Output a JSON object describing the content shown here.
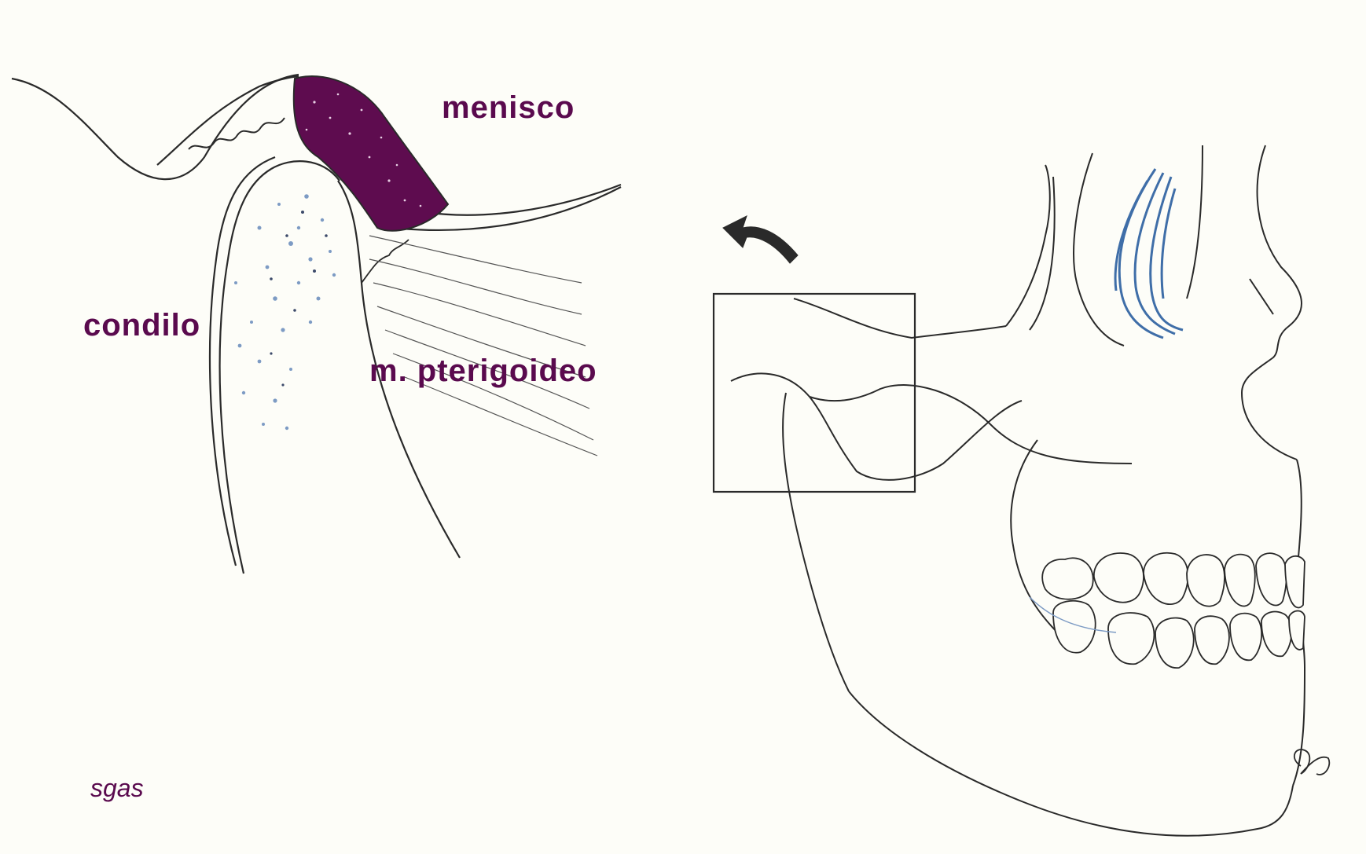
{
  "labels": {
    "menisco": "menisco",
    "condilo": "condilo",
    "pterigoideo": "m. pterigoideo"
  },
  "signature": "sgas",
  "colors": {
    "meniscus": "#5e0c4f",
    "label": "#5a0a4e",
    "line": "#2a2a2a",
    "bone_stipple": "#7d9bc4",
    "background": "#fdfdf8"
  }
}
